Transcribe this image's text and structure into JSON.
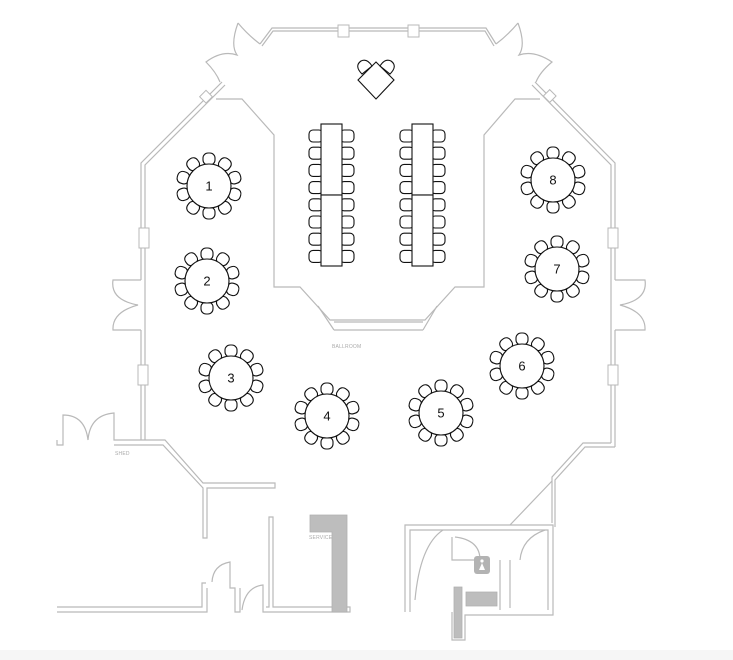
{
  "rooms": {
    "ballroom": "BALLROOM",
    "shed": "SHED",
    "service": "SERVICE"
  },
  "round_tables": [
    {
      "number": "1",
      "seats": 10
    },
    {
      "number": "2",
      "seats": 10
    },
    {
      "number": "3",
      "seats": 10
    },
    {
      "number": "4",
      "seats": 10
    },
    {
      "number": "5",
      "seats": 10
    },
    {
      "number": "6",
      "seats": 10
    },
    {
      "number": "7",
      "seats": 10
    },
    {
      "number": "8",
      "seats": 10
    }
  ],
  "banquet_tables": [
    {
      "id": "left-banquet",
      "segments": 2,
      "seats_per_side": 8
    },
    {
      "id": "right-banquet",
      "segments": 2,
      "seats_per_side": 8
    }
  ],
  "icons": {
    "restroom": "restroom-icon",
    "lectern": "lectern-icon"
  },
  "colors": {
    "wall": "#b9b9b9",
    "furniture": "#111111",
    "solid": "#bdbdbd"
  }
}
